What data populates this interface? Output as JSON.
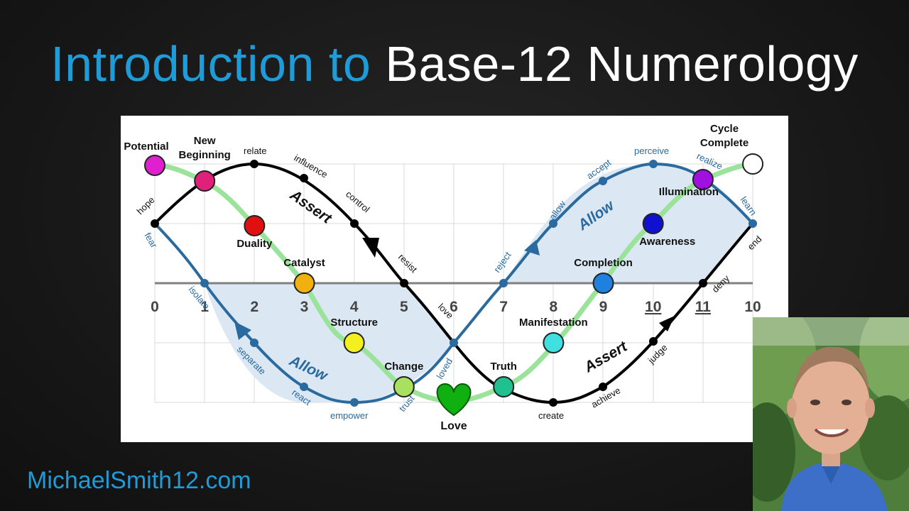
{
  "title": {
    "part1": "Introduction to",
    "part2": "Base-12 Numerology"
  },
  "website": "MichaelSmith12.com",
  "axis_ticks": [
    "0",
    "1",
    "2",
    "3",
    "4",
    "5",
    "6",
    "7",
    "8",
    "9",
    "10",
    "11",
    "10"
  ],
  "underlined_ticks": [
    10,
    11
  ],
  "points": [
    {
      "label": "Potential",
      "x": 0,
      "level": "top",
      "color": "#e020d0"
    },
    {
      "label": "New Beginning",
      "x": 1,
      "level": "top",
      "color": "#e0207a"
    },
    {
      "label": "Duality",
      "x": 2,
      "level": "top",
      "color": "#e01010"
    },
    {
      "label": "Catalyst",
      "x": 3,
      "level": "top",
      "color": "#f0b010"
    },
    {
      "label": "Structure",
      "x": 4,
      "level": "bottom",
      "color": "#f4f020"
    },
    {
      "label": "Change",
      "x": 5,
      "level": "bottom",
      "color": "#a8e060"
    },
    {
      "label": "Love",
      "x": 6,
      "level": "bottom",
      "color": "#10b010"
    },
    {
      "label": "Truth",
      "x": 7,
      "level": "bottom",
      "color": "#20c090"
    },
    {
      "label": "Manifestation",
      "x": 8,
      "level": "bottom",
      "color": "#40e0e0"
    },
    {
      "label": "Completion",
      "x": 9,
      "level": "top",
      "color": "#2080e0"
    },
    {
      "label": "Awareness",
      "x": 10,
      "level": "top",
      "color": "#1010d0"
    },
    {
      "label": "Illumination",
      "x": 11,
      "level": "top",
      "color": "#a010e0"
    },
    {
      "label": "Cycle Complete",
      "x": 12,
      "level": "top",
      "color": "#ffffff"
    }
  ],
  "assert_curve": {
    "color": "#000000",
    "labels": [
      "hope",
      "relate",
      "influence",
      "control",
      "resist",
      "love",
      "create",
      "achieve",
      "judge",
      "deny",
      "end"
    ],
    "annotations": [
      "Assert",
      "Assert"
    ]
  },
  "allow_curve": {
    "color": "#2a6a9e",
    "labels": [
      "fear",
      "isolate",
      "separate",
      "react",
      "empower",
      "trust",
      "loved",
      "reject",
      "allow",
      "accept",
      "perceive",
      "realize",
      "learn"
    ],
    "annotations": [
      "Allow",
      "Allow"
    ]
  },
  "green_curve": {
    "color": "#9be39b"
  },
  "shading_color": "#dbe7f2"
}
